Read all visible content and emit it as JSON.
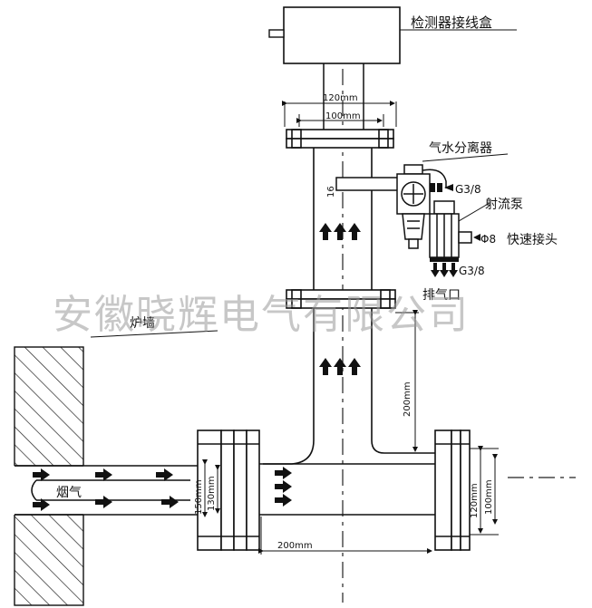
{
  "labels": {
    "detector_box": "检测器接线盒",
    "water_separator": "气水分离器",
    "jet_pump": "射流泵",
    "quick_connector": "快速接头",
    "exhaust_port": "排气口",
    "furnace_wall": "炉墙",
    "flue_gas": "烟气",
    "g38_upper": "G3/8",
    "g38_lower": "G3/8",
    "phi8": "Φ8"
  },
  "dimensions": {
    "flange_outer": "120mm",
    "flange_inner": "100mm",
    "pipe_16": "16",
    "vertical_200": "200mm",
    "horizontal_200": "200mm",
    "left_150": "150mm",
    "left_130": "130mm",
    "right_120": "120mm",
    "right_100": "100mm"
  },
  "watermark": "安徽晓辉电气有限公司"
}
